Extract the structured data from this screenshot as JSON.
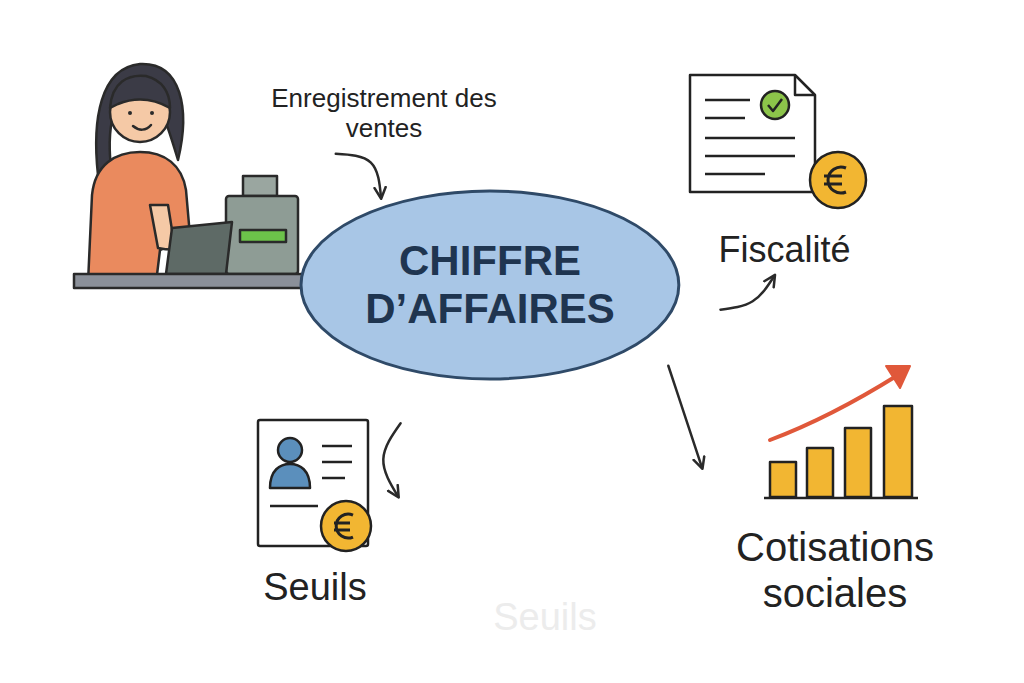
{
  "diagram": {
    "nodes": [
      {
        "text": [
          "Enregistrement des ventes"
        ]
      },
      {
        "text": [
          "CHIFFRE D’AFFAIRES"
        ]
      },
      {
        "text": [
          "Fiscalité"
        ]
      },
      {
        "text": [
          "Seuils"
        ]
      },
      {
        "text": [
          "Cotisations sociales"
        ]
      }
    ],
    "edges": [
      {
        "from": 0,
        "to": 1,
        "arrow": "to"
      },
      {
        "from": 1,
        "to": 2,
        "arrow": "to"
      },
      {
        "from": 1,
        "to": 3,
        "arrow": "to"
      },
      {
        "from": 1,
        "to": 4,
        "arrow": "to"
      }
    ],
    "labels": [
      "Seuils"
    ]
  }
}
